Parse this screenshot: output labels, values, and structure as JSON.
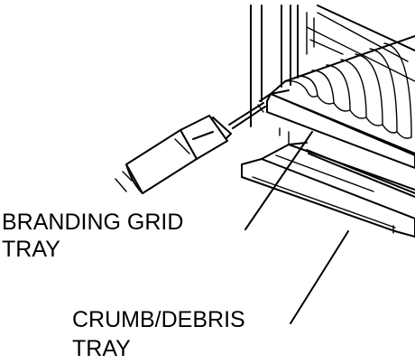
{
  "labels": {
    "branding_grid_tray_line1": "BRANDING GRID",
    "branding_grid_tray_line2": "TRAY",
    "crumb_debris_tray_line1": "CRUMB/DEBRIS",
    "crumb_debris_tray_line2": "TRAY"
  }
}
